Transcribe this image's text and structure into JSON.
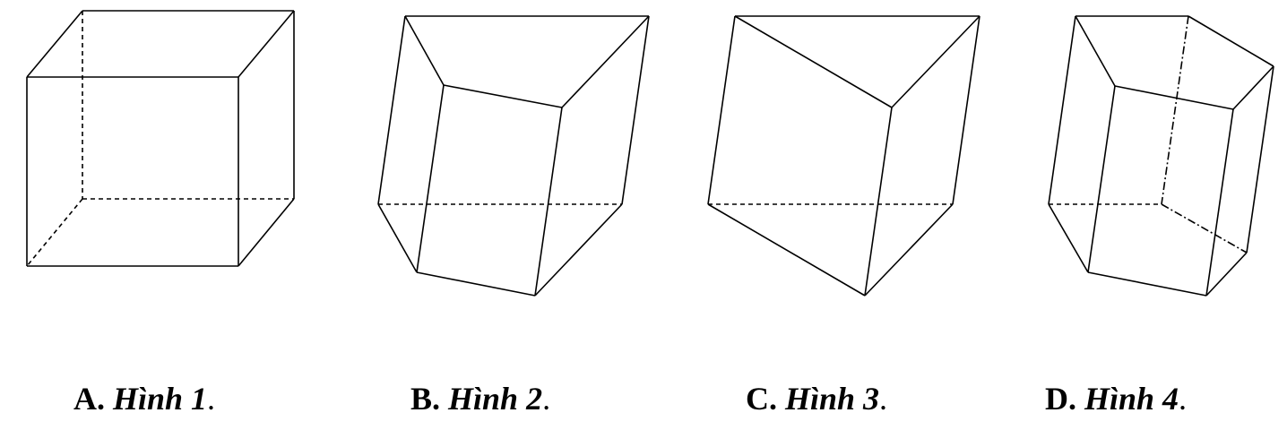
{
  "options": [
    {
      "letter": "A.",
      "name": "Hình 1",
      "period": "."
    },
    {
      "letter": "B.",
      "name": "Hình 2",
      "period": "."
    },
    {
      "letter": "C.",
      "name": "Hình 3",
      "period": "."
    },
    {
      "letter": "D.",
      "name": "Hình 4",
      "period": "."
    }
  ]
}
